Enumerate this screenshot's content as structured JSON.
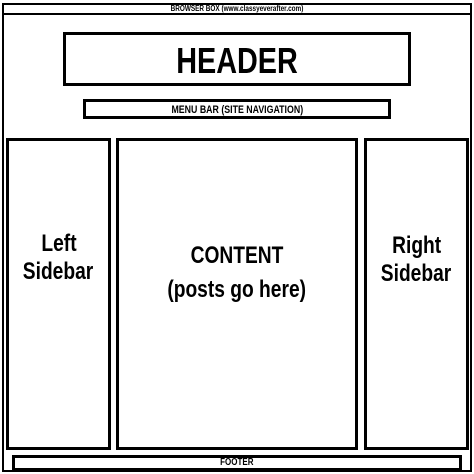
{
  "browser_box": {
    "title": "BROWSER BOX (www.classyeverafter.com)"
  },
  "header": {
    "label": "HEADER"
  },
  "menu_bar": {
    "label": "MENU BAR (SITE NAVIGATION)"
  },
  "left_sidebar": {
    "line1": "Left",
    "line2": "Sidebar"
  },
  "content": {
    "line1": "CONTENT",
    "line2": "(posts go here)"
  },
  "right_sidebar": {
    "line1": "Right",
    "line2": "Sidebar"
  },
  "footer": {
    "label": "FOOTER"
  }
}
